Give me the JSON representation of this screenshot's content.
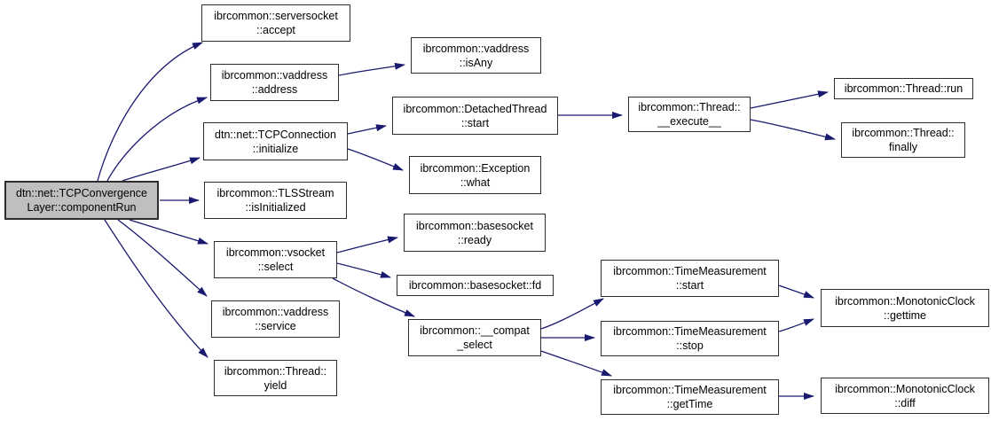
{
  "diagram": {
    "type": "call-graph",
    "colors": {
      "edge": "#191970",
      "node_border": "#2e2e2e",
      "node_fill": "#ffffff",
      "root_fill": "#bfbfbf",
      "text": "#000000",
      "background": "#ffffff"
    },
    "nodes": {
      "componentRun": {
        "lines": [
          "dtn::net::TCPConvergence",
          "Layer::componentRun"
        ]
      },
      "accept": {
        "lines": [
          "ibrcommon::serversocket",
          "::accept"
        ]
      },
      "address": {
        "lines": [
          "ibrcommon::vaddress",
          "::address"
        ]
      },
      "initialize": {
        "lines": [
          "dtn::net::TCPConnection",
          "::initialize"
        ]
      },
      "isInitialized": {
        "lines": [
          "ibrcommon::TLSStream",
          "::isInitialized"
        ]
      },
      "select": {
        "lines": [
          "ibrcommon::vsocket",
          "::select"
        ]
      },
      "service": {
        "lines": [
          "ibrcommon::vaddress",
          "::service"
        ]
      },
      "yield": {
        "lines": [
          "ibrcommon::Thread::",
          "yield"
        ]
      },
      "isAny": {
        "lines": [
          "ibrcommon::vaddress",
          "::isAny"
        ]
      },
      "detachedStart": {
        "lines": [
          "ibrcommon::DetachedThread",
          "::start"
        ]
      },
      "what": {
        "lines": [
          "ibrcommon::Exception",
          "::what"
        ]
      },
      "ready": {
        "lines": [
          "ibrcommon::basesocket",
          "::ready"
        ]
      },
      "fd": {
        "lines": [
          "ibrcommon::basesocket::fd"
        ]
      },
      "compatSelect": {
        "lines": [
          "ibrcommon::__compat",
          "_select"
        ]
      },
      "execute": {
        "lines": [
          "ibrcommon::Thread::",
          "__execute__"
        ]
      },
      "tmStart": {
        "lines": [
          "ibrcommon::TimeMeasurement",
          "::start"
        ]
      },
      "tmStop": {
        "lines": [
          "ibrcommon::TimeMeasurement",
          "::stop"
        ]
      },
      "tmGetTime": {
        "lines": [
          "ibrcommon::TimeMeasurement",
          "::getTime"
        ]
      },
      "run": {
        "lines": [
          "ibrcommon::Thread::run"
        ]
      },
      "finally": {
        "lines": [
          "ibrcommon::Thread::",
          "finally"
        ]
      },
      "mcGettime": {
        "lines": [
          "ibrcommon::MonotonicClock",
          "::gettime"
        ]
      },
      "mcDiff": {
        "lines": [
          "ibrcommon::MonotonicClock",
          "::diff"
        ]
      }
    },
    "edges": [
      {
        "from": "componentRun",
        "to": "accept"
      },
      {
        "from": "componentRun",
        "to": "address"
      },
      {
        "from": "componentRun",
        "to": "initialize"
      },
      {
        "from": "componentRun",
        "to": "isInitialized"
      },
      {
        "from": "componentRun",
        "to": "select"
      },
      {
        "from": "componentRun",
        "to": "service"
      },
      {
        "from": "componentRun",
        "to": "yield"
      },
      {
        "from": "address",
        "to": "isAny"
      },
      {
        "from": "initialize",
        "to": "detachedStart"
      },
      {
        "from": "initialize",
        "to": "what"
      },
      {
        "from": "detachedStart",
        "to": "execute"
      },
      {
        "from": "execute",
        "to": "run"
      },
      {
        "from": "execute",
        "to": "finally"
      },
      {
        "from": "select",
        "to": "ready"
      },
      {
        "from": "select",
        "to": "fd"
      },
      {
        "from": "select",
        "to": "compatSelect"
      },
      {
        "from": "compatSelect",
        "to": "tmStart"
      },
      {
        "from": "compatSelect",
        "to": "tmStop"
      },
      {
        "from": "compatSelect",
        "to": "tmGetTime"
      },
      {
        "from": "tmStart",
        "to": "mcGettime"
      },
      {
        "from": "tmStop",
        "to": "mcGettime"
      },
      {
        "from": "tmGetTime",
        "to": "mcDiff"
      }
    ]
  }
}
